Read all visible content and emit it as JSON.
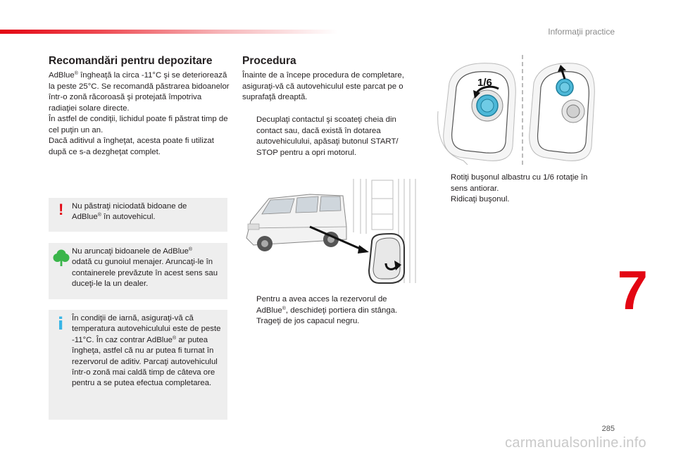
{
  "header": {
    "section_title": "Informaţii practice"
  },
  "left": {
    "heading": "Recomandări pentru depozitare",
    "p1_brand": "AdBlue",
    "p1_reg": "®",
    "p1_rest": " îngheaţă la circa -11°C şi se deteriorează la peste 25°C. Se recomandă păstrarea bidoanelor într-o zonă răcoroasă şi protejată împotriva radiaţiei solare directe.",
    "p2": "În astfel de condiţii, lichidul poate fi păstrat timp de cel puţin un an.",
    "p3": "Dacă aditivul a îngheţat, acesta poate fi utilizat după ce s-a dezgheţat complet."
  },
  "warning_box": {
    "line1": "Nu păstraţi niciodată bidoane de",
    "line2_brand": "AdBlue",
    "reg": "®",
    "line2_rest": " în autovehicul."
  },
  "eco_box": {
    "line1a": "Nu aruncaţi bidoanele de AdBlue",
    "reg": "®",
    "rest": "odată cu gunoiul menajer. Aruncaţi-le în containerele prevăzute în acest sens sau duceţi-le la un dealer."
  },
  "info_box": {
    "a": "În condiţii de iarnă, asiguraţi-vă că temperatura autovehiculului este de peste -11°C. În caz contrar AdBlue",
    "reg": "®",
    "b": " ar putea îngheţa, astfel că nu ar putea fi turnat în rezervorul de aditiv. Parcaţi autovehiculul într-o zonă mai caldă timp de câteva ore pentru a se putea efectua completarea."
  },
  "procedure": {
    "heading": "Procedura",
    "intro": "Înainte de a începe procedura de completare, asiguraţi-vă că autovehiculul este parcat pe o suprafaţă dreaptă.",
    "bullet_marker": "",
    "step1": "Decuplaţi contactul şi scoateţi cheia din contact sau, dacă există în dotarea autovehiculului, apăsaţi butonul START/ STOP pentru a opri motorul.",
    "step2a": "Pentru a avea acces la rezervorul de AdBlue",
    "reg": "®",
    "step2b": ", deschideţi portiera din stânga.",
    "step3": "Trageţi de jos capacul negru.",
    "step4": "Rotiţi buşonul albastru cu 1/6 rotaţie în sens antiorar.",
    "step5": "Ridicaţi buşonul.",
    "rotation_label": "1/6"
  },
  "chapter_number": "7",
  "page_number": "285",
  "watermark": "carmanualsonline.info",
  "colors": {
    "accent_red": "#e30613",
    "eco_green": "#3ab54a",
    "info_blue": "#38b5e6",
    "cap_blue": "#4db8d8"
  }
}
